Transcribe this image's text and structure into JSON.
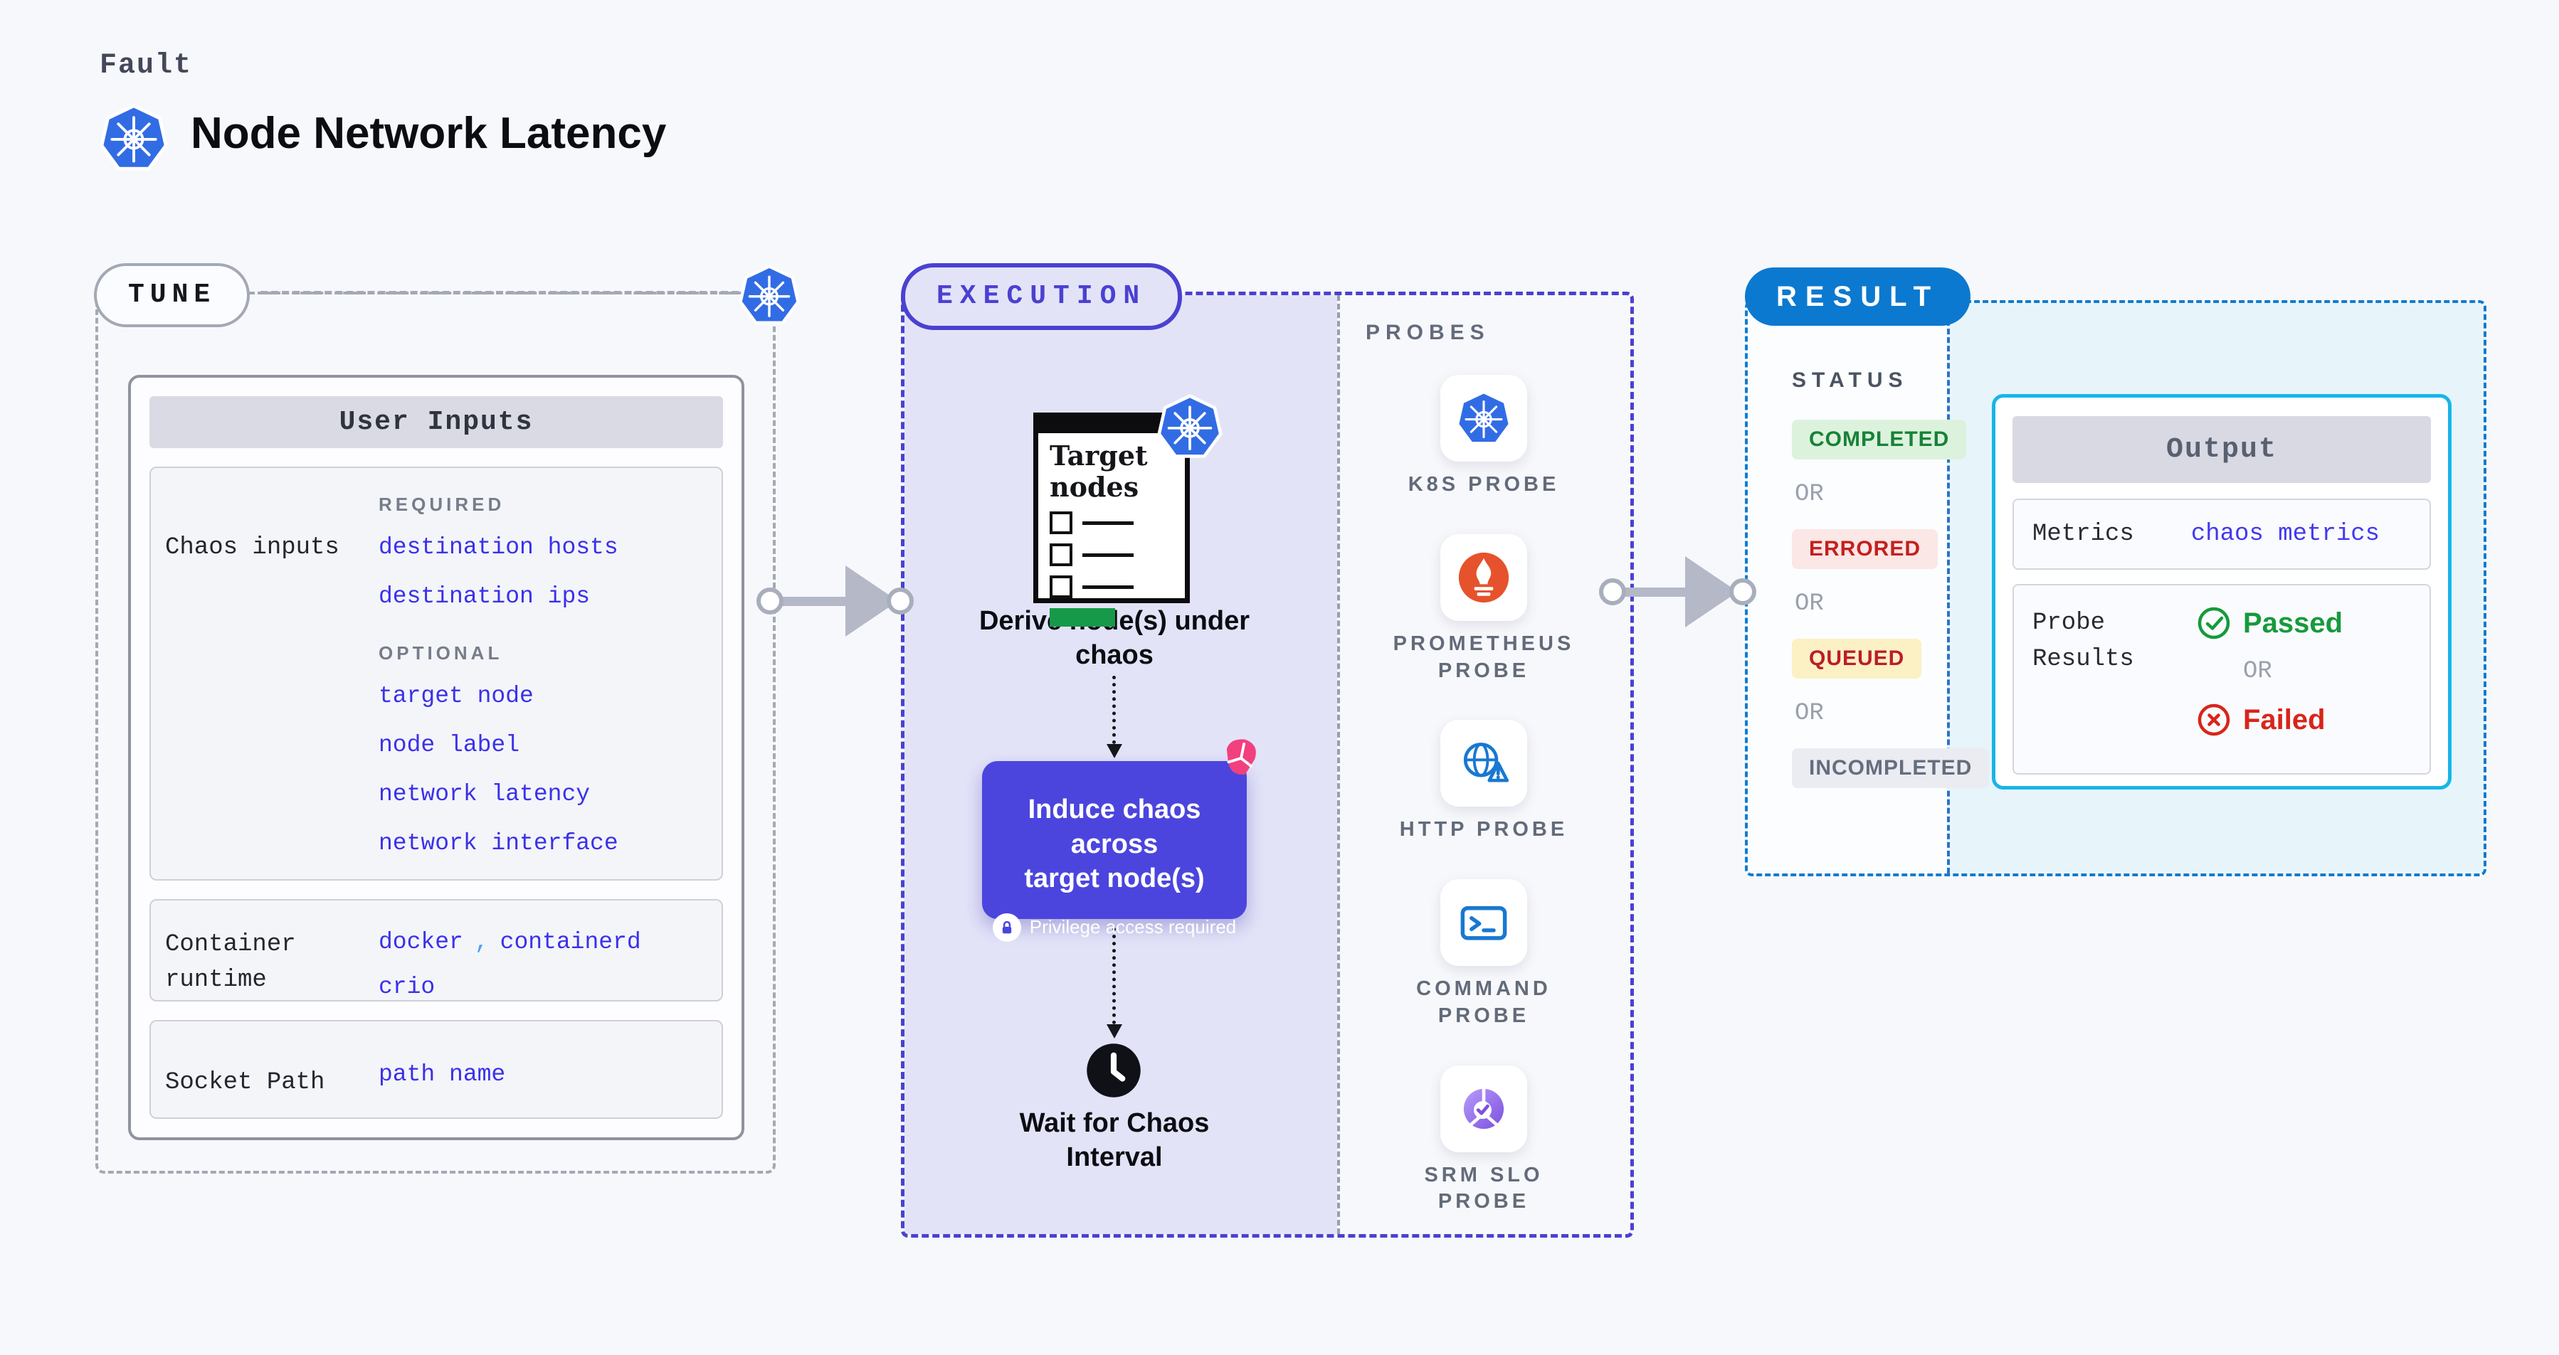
{
  "page": {
    "kicker": "Fault",
    "title": "Node Network Latency"
  },
  "tune": {
    "badge": "TUNE",
    "user_inputs_header": "User Inputs",
    "chaos_inputs": {
      "label": "Chaos inputs",
      "required_label": "REQUIRED",
      "required": [
        "destination hosts",
        "destination ips"
      ],
      "optional_label": "OPTIONAL",
      "optional": [
        "target node",
        "node label",
        "network latency",
        "network interface"
      ]
    },
    "container_runtime": {
      "label": "Container runtime",
      "values": [
        "docker",
        "containerd",
        "crio"
      ],
      "separator": ","
    },
    "socket_path": {
      "label": "Socket Path",
      "value": "path name"
    }
  },
  "execution": {
    "badge": "EXECUTION",
    "target_nodes_title": "Target nodes",
    "derive_label": "Derive node(s) under chaos",
    "induce": {
      "line1": "Induce chaos across",
      "line2": "target node(s)",
      "note": "Privilege access required"
    },
    "wait_label": "Wait for Chaos Interval"
  },
  "probes": {
    "heading": "PROBES",
    "items": [
      {
        "icon": "kubernetes-icon",
        "label": "K8S PROBE"
      },
      {
        "icon": "prometheus-icon",
        "label": "PROMETHEUS PROBE"
      },
      {
        "icon": "globe-alert-icon",
        "label": "HTTP PROBE"
      },
      {
        "icon": "terminal-icon",
        "label": "COMMAND PROBE"
      },
      {
        "icon": "slo-pie-icon",
        "label": "SRM SLO PROBE"
      }
    ]
  },
  "result": {
    "badge": "RESULT",
    "status": {
      "label": "STATUS",
      "or": "OR",
      "chips": [
        {
          "label": "COMPLETED",
          "type": "success"
        },
        {
          "label": "ERRORED",
          "type": "error"
        },
        {
          "label": "QUEUED",
          "type": "warning"
        },
        {
          "label": "INCOMPLETED",
          "type": "neutral"
        }
      ]
    },
    "output": {
      "header": "Output",
      "metrics_label": "Metrics",
      "metrics_value": "chaos metrics",
      "probe_results_label": "Probe Results",
      "passed": "Passed",
      "or": "OR",
      "failed": "Failed"
    }
  },
  "colors": {
    "kubernetes_blue": "#326ce5",
    "execution_indigo": "#4a41d1",
    "induce_card_indigo": "#4b45de",
    "lavender_panel": "#e3e3f8",
    "result_blue": "#0b79d0",
    "output_border_cyan": "#17b5ea",
    "link_blue": "#3a31ea",
    "success_green": "#169a3c",
    "error_red": "#d8251b",
    "target_bar_green": "#17994a",
    "prometheus_orange": "#e6522c",
    "litmus_pink": "#f2407e"
  }
}
